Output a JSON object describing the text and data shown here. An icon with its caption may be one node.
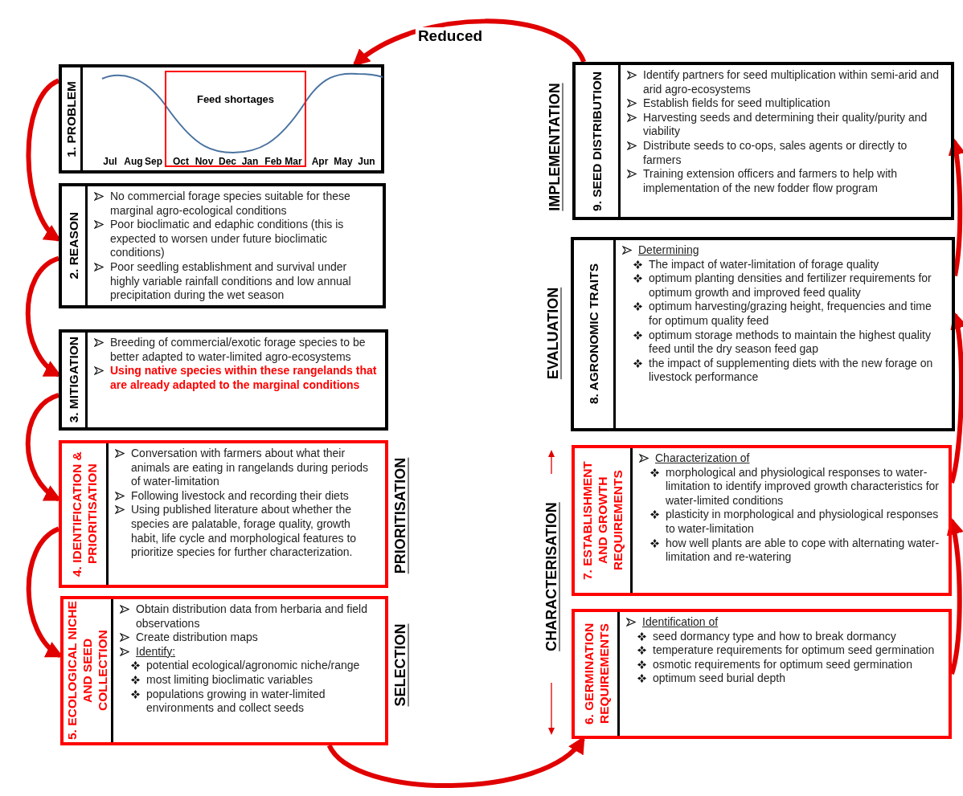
{
  "diagram": {
    "nodes": [
      {
        "text": [
          "1. PROBLEM"
        ]
      },
      {
        "text": [
          "Feed shortages"
        ],
        "in": 0
      },
      {
        "text": [
          "2. REASON",
          "No commercial forage species suitable for these marginal agro-ecological conditions",
          "Poor bioclimatic and edaphic conditions (this is expected to worsen under future bioclimatic conditions)",
          "Poor seedling establishment and survival under highly variable rainfall conditions and low annual precipitation during the wet season"
        ]
      },
      {
        "text": [
          "3. MITIGATION",
          "Breeding of commercial/exotic forage species to be better adapted to water-limited agro-ecosystems",
          "Using native species within these rangelands that are already adapted to the marginal conditions"
        ]
      },
      {
        "text": [
          "4. IDENTIFICATION & PRIORITISATION",
          "Conversation with farmers about what their animals are eating in rangelands during periods of water-limitation",
          "Following livestock and recording their diets",
          "Using published literature about whether the species are palatable, forage quality, growth habit, life cycle and morphological features to prioritize species for further characterization."
        ]
      },
      {
        "text": [
          "5. ECOLOGICAL NICHE AND SEED COLLECTION",
          "Obtain distribution data from herbaria and field observations",
          "Create distribution maps",
          "Identify:",
          "potential ecological/agronomic niche/range",
          "most limiting bioclimatic variables",
          "populations growing in water-limited environments and collect seeds"
        ]
      },
      {
        "text": [
          "6. GERMINATION REQUIREMENTS",
          "Identification of",
          "seed dormancy type and how to break dormancy",
          "temperature requirements for optimum seed germination",
          "osmotic requirements for optimum seed germination",
          "optimum seed burial depth"
        ]
      },
      {
        "text": [
          "7. ESTABLISHMENT AND GROWTH REQUIREMENTS",
          "Characterization of",
          "morphological and physiological responses to water-limitation to identify improved growth characteristics for water-limited conditions",
          "plasticity in morphological and physiological responses to water-limitation",
          "how well plants are able to cope with alternating water-limitation and re-watering"
        ]
      },
      {
        "text": [
          "8. AGRONOMIC TRAITS",
          "Determining",
          "The impact of water-limitation of forage quality",
          "optimum planting densities and fertilizer requirements for optimum growth and improved feed quality",
          "optimum harvesting/grazing height, frequencies and time for optimum quality feed",
          "optimum storage methods to maintain the highest quality feed until the dry season feed gap",
          "the impact of supplementing diets with the new forage on livestock performance"
        ]
      },
      {
        "text": [
          "9. SEED DISTRIBUTION",
          "Identify partners for seed multiplication within semi-arid and arid agro-ecosystems",
          "Establish fields for seed multiplication",
          "Harvesting seeds and determining their quality/purity and viability",
          "Distribute seeds to co-ops, sales agents or directly to farmers",
          "Training extension officers and farmers to help with implementation of the new fodder flow program"
        ]
      }
    ],
    "edges": [
      {
        "from": 0,
        "to": 2,
        "arrow": "to"
      },
      {
        "from": 2,
        "to": 3,
        "arrow": "to"
      },
      {
        "from": 3,
        "to": 4,
        "arrow": "to"
      },
      {
        "from": 4,
        "to": 5,
        "arrow": "to"
      },
      {
        "from": 5,
        "to": 6,
        "arrow": "to"
      },
      {
        "from": 6,
        "to": 7,
        "arrow": "to"
      },
      {
        "from": 7,
        "to": 8,
        "arrow": "to"
      },
      {
        "from": 8,
        "to": 9,
        "arrow": "to"
      },
      {
        "from": 9,
        "to": 0,
        "arrow": "to",
        "label": "Reduced"
      }
    ],
    "labels": [
      "Jul",
      "Aug",
      "Sep",
      "Oct",
      "Nov",
      "Dec",
      "Jan",
      "Feb",
      "Mar",
      "Apr",
      "May",
      "Jun",
      "IMPLEMENTATION",
      "EVALUATION",
      "PRIORITISATION",
      "CHARACTERISATION",
      "SELECTION"
    ]
  }
}
